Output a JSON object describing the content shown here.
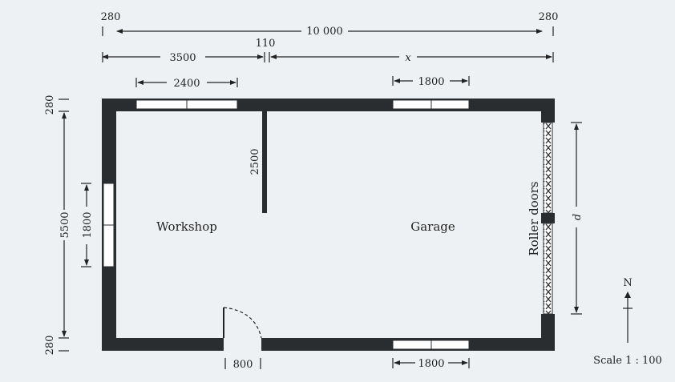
{
  "dimensions": {
    "top_left_wall": "280",
    "top_right_wall": "280",
    "total_width": "10 000",
    "partition": "110",
    "workshop_width": "3500",
    "garage_width": "x",
    "top_window_left": "2400",
    "top_window_right": "1800",
    "left_top_wall": "280",
    "left_height": "5500",
    "left_bottom_wall": "280",
    "left_window": "1800",
    "partition_length": "2500",
    "door_width": "800",
    "bottom_window": "1800",
    "roller_depth": "d"
  },
  "rooms": {
    "workshop": "Workshop",
    "garage": "Garage"
  },
  "labels": {
    "roller_doors": "Roller doors",
    "north": "N",
    "scale": "Scale 1 : 100"
  }
}
